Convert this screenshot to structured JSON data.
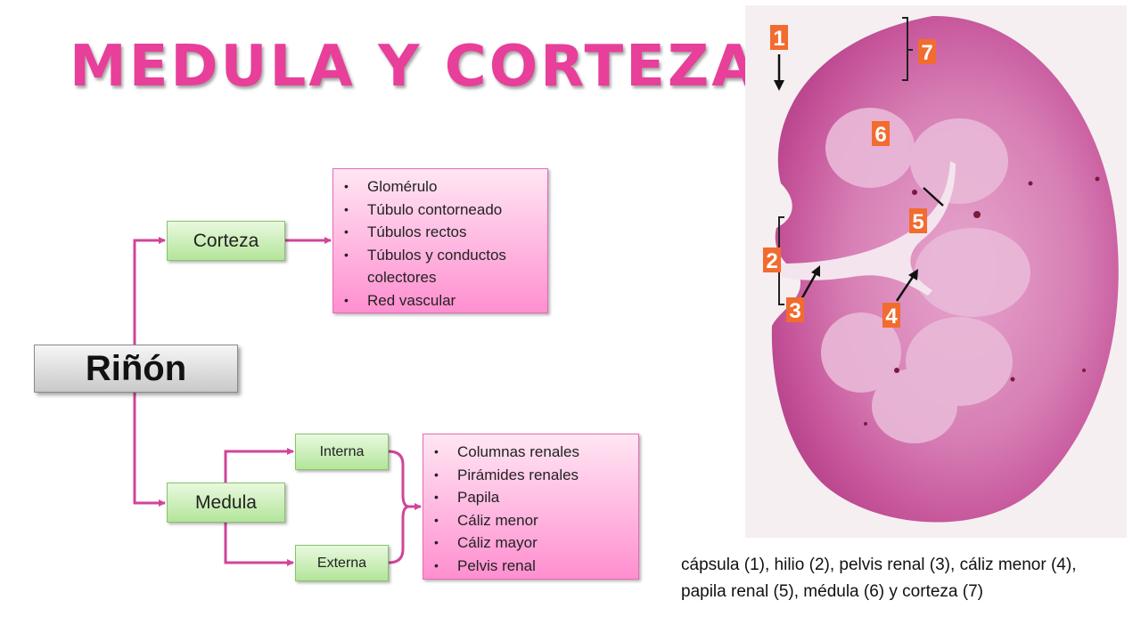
{
  "title": "MEDULA Y CORTEZA",
  "nodes": {
    "root": "Riñón",
    "corteza": "Corteza",
    "medula": "Medula",
    "interna": "Interna",
    "externa": "Externa"
  },
  "corteza_items": [
    "Glomérulo",
    "Túbulo contorneado",
    "Túbulos rectos",
    "Túbulos y conductos colectores",
    "Red vascular"
  ],
  "medula_items": [
    "Columnas renales",
    "Pirámides renales",
    "Papila",
    "Cáliz menor",
    "Cáliz mayor",
    "Pelvis renal"
  ],
  "photo_labels": [
    "1",
    "2",
    "3",
    "4",
    "5",
    "6",
    "7"
  ],
  "caption": {
    "line1": "cápsula (1), hilio (2), pelvis renal (3), cáliz menor (4),",
    "line2": "papila renal (5), médula (6) y corteza (7)"
  },
  "colors": {
    "title": "#e73f9a",
    "connector": "#d0449a",
    "tag": "#f26b2f",
    "tissue": "#c84a90"
  }
}
